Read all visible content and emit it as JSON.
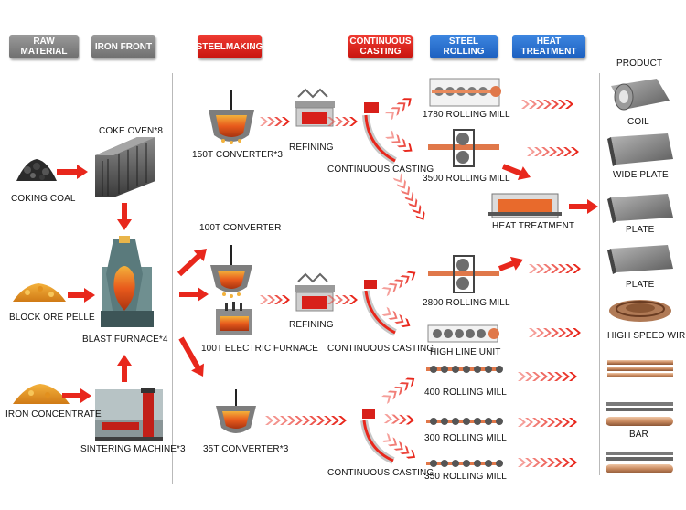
{
  "headers": {
    "raw_material": "RAW MATERIAL",
    "iron_front": "IRON FRONT",
    "steelmaking": "STEELMAKING",
    "continuous_casting_line1": "CONTINUOUS",
    "continuous_casting_line2": "CASTING",
    "steel_rolling": "STEEL ROLLING",
    "heat_treatment": "HEAT TREATMENT",
    "product": "PRODUCT"
  },
  "raw_materials": {
    "coking_coal": "COKING COAL",
    "block_ore": "BLOCK ORE PELLE",
    "iron_concentrate": "IRON CONCENTRATE"
  },
  "iron_front": {
    "coke_oven": "COKE OVEN*8",
    "blast_furnace": "BLAST FURNACE*4",
    "sintering_machine": "SINTERING MACHINE*3"
  },
  "steelmaking": {
    "converter_150": "150T CONVERTER*3",
    "refining_1": "REFINING",
    "converter_100": "100T CONVERTER",
    "refining_2": "REFINING",
    "electric_furnace": "100T  ELECTRIC FURNACE",
    "converter_35": "35T CONVERTER*3"
  },
  "casting": {
    "cc_1": "CONTINUOUS CASTING",
    "cc_2": "CONTINUOUS CASTING",
    "cc_3": "CONTINUOUS CASTING"
  },
  "rolling": {
    "mill_1780": "1780 ROLLING MILL",
    "mill_3500": "3500 ROLLING MILL",
    "heat_treatment": "HEAT TREATMENT",
    "mill_2800": "2800 ROLLING MILL",
    "high_line": "HIGH LINE UNIT",
    "mill_400": "400 ROLLING MILL",
    "mill_300": "300 ROLLING MILL",
    "mill_350": "350 ROLLING MILL"
  },
  "products": {
    "coil": "COIL",
    "wide_plate": "WIDE PLATE",
    "plate_1": "PLATE",
    "plate_2": "PLATE",
    "high_speed_wire": "HIGH SPEED WIRE",
    "bar": "BAR"
  },
  "colors": {
    "arrow_red": "#e8271c",
    "header_gray": "#7d7d7d",
    "header_red": "#d8201a",
    "header_blue": "#2a6fd0"
  }
}
